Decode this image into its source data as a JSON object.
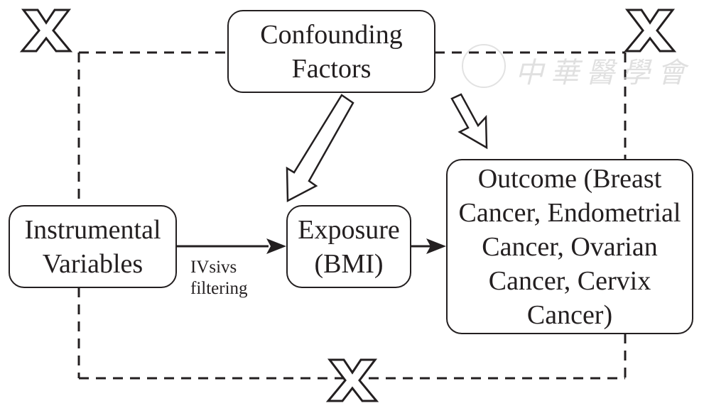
{
  "diagram": {
    "title": "Mendelian randomization design",
    "nodes": {
      "confounding": {
        "lines": [
          "Confounding",
          "Factors"
        ]
      },
      "instrumental": {
        "lines": [
          "Instrumental",
          "Variables"
        ]
      },
      "exposure": {
        "lines": [
          "Exposure",
          "(BMI)"
        ]
      },
      "outcome": {
        "lines": [
          "Outcome (Breast",
          "Cancer, Endometrial",
          "Cancer, Ovarian",
          "Cancer, Cervix",
          "Cancer)"
        ]
      }
    },
    "edges": [
      {
        "from": "instrumental",
        "to": "exposure",
        "label_lines": [
          "IVsivs",
          "filtering"
        ],
        "style": "solid-arrow"
      },
      {
        "from": "exposure",
        "to": "outcome",
        "label_lines": [],
        "style": "solid-arrow"
      },
      {
        "from": "confounding",
        "to": "exposure",
        "style": "hollow-block-arrow"
      },
      {
        "from": "confounding",
        "to": "outcome",
        "style": "hollow-block-arrow"
      },
      {
        "from": "instrumental",
        "to": "confounding",
        "style": "dashed-blocked"
      },
      {
        "from": "instrumental",
        "to": "outcome",
        "style": "dashed-blocked"
      }
    ],
    "blocked_marks": [
      "X",
      "X",
      "X"
    ],
    "watermark": "中華醫學會"
  }
}
